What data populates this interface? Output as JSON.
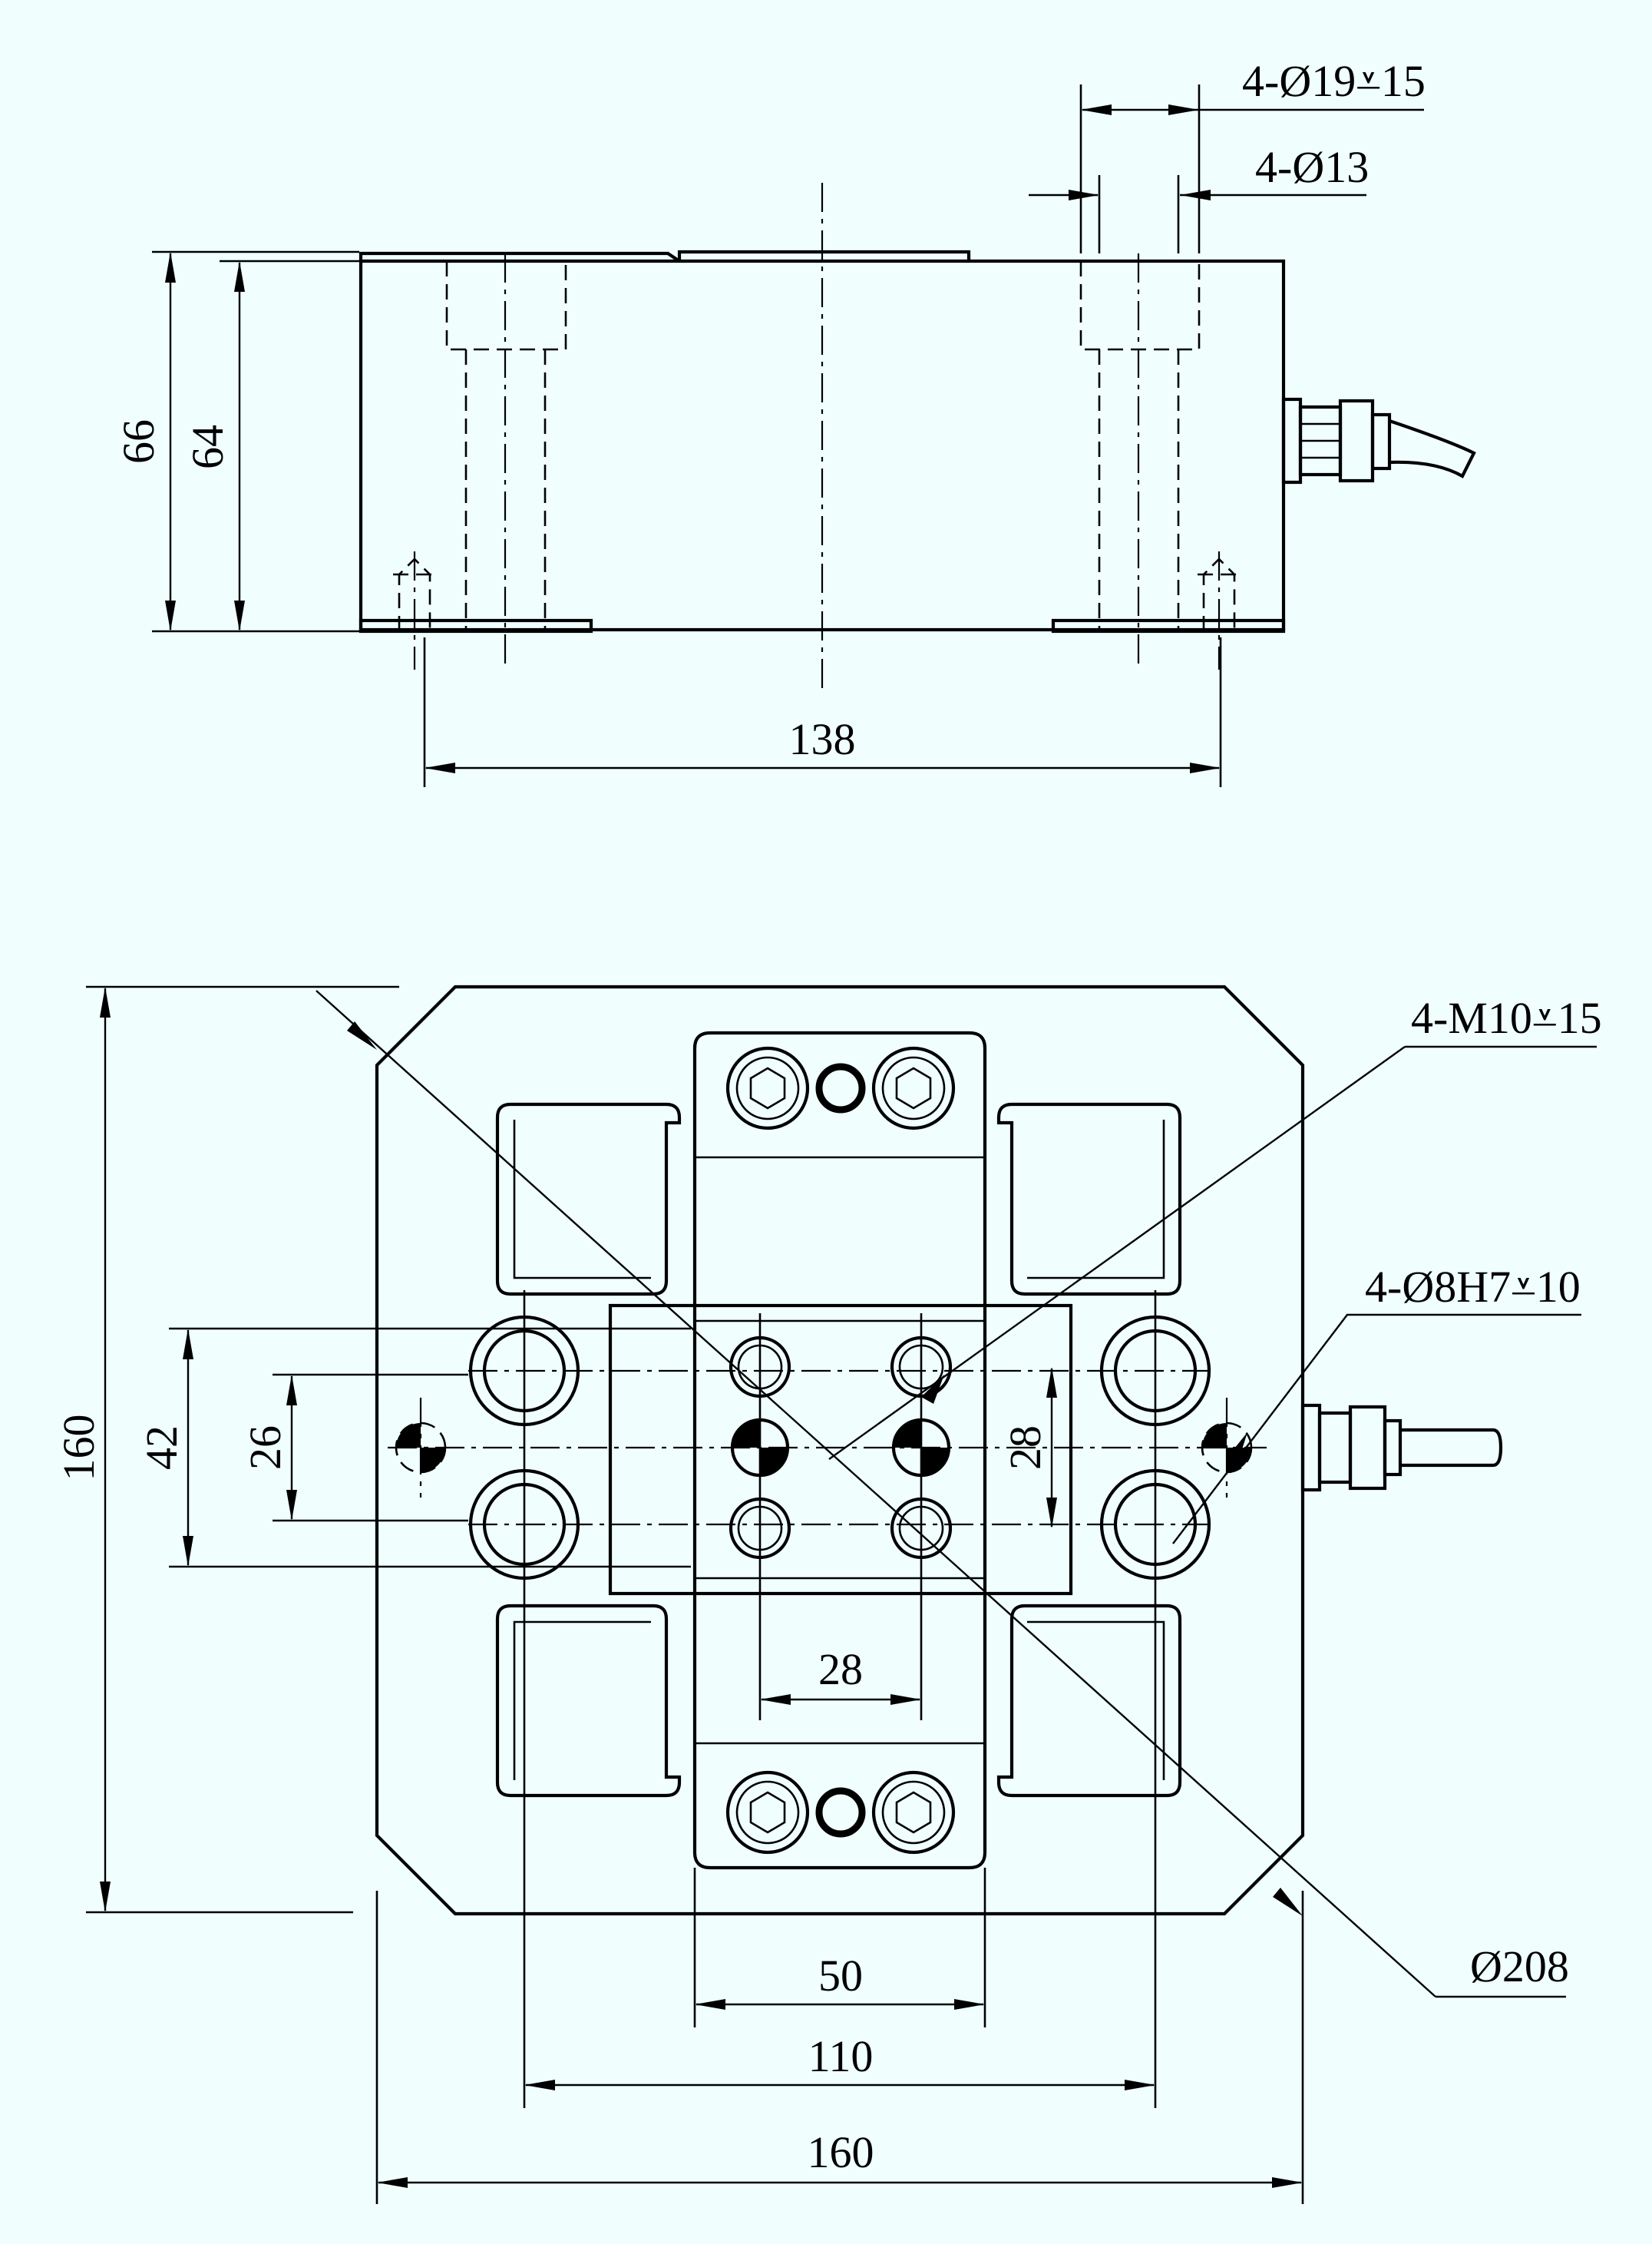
{
  "side_view": {
    "height_total": "66",
    "height_body": "64",
    "hole_spacing": "138",
    "counterbore_callout": "4-Ø19⩡15",
    "through_hole_callout": "4-Ø13"
  },
  "top_view": {
    "overall_height": "160",
    "overall_width": "160",
    "thread_callout": "4-M10⩡15",
    "dowel_callout": "4-Ø8H7⩡10",
    "circle_diameter": "Ø208",
    "outer_pitch_vertical": "42",
    "inner_pitch_vertical": "26",
    "block_pitch_vertical": "28",
    "block_pitch_horizontal": "28",
    "block_width": "50",
    "mount_pitch_horizontal": "110"
  },
  "colors": {
    "background": "#f0fffe",
    "line": "#000000"
  }
}
